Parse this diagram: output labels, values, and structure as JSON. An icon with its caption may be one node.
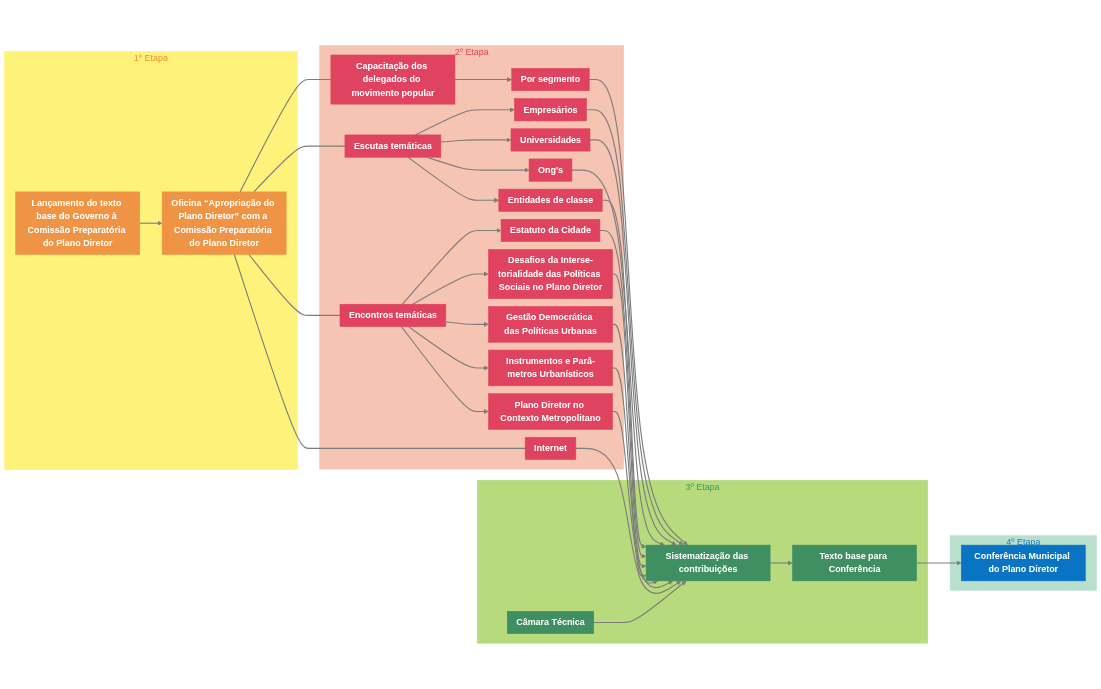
{
  "diagram": {
    "nodes": [
      {
        "text": [
          "1º Etapa"
        ]
      },
      {
        "text": [
          "Lançamento do texto base do Governo à Comissão Preparatória do Plano Diretor"
        ],
        "in": 0
      },
      {
        "text": [
          "Oficina “Apropriação do Plano Diretor” com a Comissão Preparatória do Plano Diretor"
        ],
        "in": 0
      },
      {
        "text": [
          "2º Etapa"
        ]
      },
      {
        "text": [
          "Capacitação dos delegados do movimento popular"
        ],
        "in": 3
      },
      {
        "text": [
          "Por segmento"
        ],
        "in": 3
      },
      {
        "text": [
          "Escutas temáticas"
        ],
        "in": 3
      },
      {
        "text": [
          "Empresários"
        ],
        "in": 3
      },
      {
        "text": [
          "Universidades"
        ],
        "in": 3
      },
      {
        "text": [
          "Ong's"
        ],
        "in": 3
      },
      {
        "text": [
          "Entidades de classe"
        ],
        "in": 3
      },
      {
        "text": [
          "Encontros temáticas"
        ],
        "in": 3
      },
      {
        "text": [
          "Estatuto da Cidade"
        ],
        "in": 3
      },
      {
        "text": [
          "Desafios da Interse-torialidade das Políticas Sociais no Plano Diretor"
        ],
        "in": 3
      },
      {
        "text": [
          "Gestão Democrática das Políticas Urbanas"
        ],
        "in": 3
      },
      {
        "text": [
          "Instrumentos e Parâ-metros Urbanísticos"
        ],
        "in": 3
      },
      {
        "text": [
          "Plano Diretor no Contexto Metropolitano"
        ],
        "in": 3
      },
      {
        "text": [
          "Internet"
        ],
        "in": 3
      },
      {
        "text": [
          "3º Etapa"
        ]
      },
      {
        "text": [
          "Câmara Técnica"
        ],
        "in": 18
      },
      {
        "text": [
          "Sistematização das contribuições"
        ],
        "in": 18
      },
      {
        "text": [
          "Texto base para Conferência"
        ],
        "in": 18
      },
      {
        "text": [
          "4º Etapa"
        ]
      },
      {
        "text": [
          "Conferência Municipal do Plano Diretor"
        ],
        "in": 22
      }
    ],
    "edges": [
      {
        "from": 1,
        "to": 2,
        "arrow": "to"
      },
      {
        "from": 2,
        "to": 4,
        "arrow": "none"
      },
      {
        "from": 2,
        "to": 6,
        "arrow": "none"
      },
      {
        "from": 2,
        "to": 11,
        "arrow": "none"
      },
      {
        "from": 2,
        "to": 17,
        "arrow": "none"
      },
      {
        "from": 4,
        "to": 5,
        "arrow": "to"
      },
      {
        "from": 6,
        "to": 7,
        "arrow": "to"
      },
      {
        "from": 6,
        "to": 8,
        "arrow": "to"
      },
      {
        "from": 6,
        "to": 9,
        "arrow": "to"
      },
      {
        "from": 6,
        "to": 10,
        "arrow": "to"
      },
      {
        "from": 11,
        "to": 12,
        "arrow": "to"
      },
      {
        "from": 11,
        "to": 13,
        "arrow": "to"
      },
      {
        "from": 11,
        "to": 14,
        "arrow": "to"
      },
      {
        "from": 11,
        "to": 15,
        "arrow": "to"
      },
      {
        "from": 11,
        "to": 16,
        "arrow": "to"
      },
      {
        "from": 5,
        "to": 20,
        "arrow": "to"
      },
      {
        "from": 7,
        "to": 20,
        "arrow": "to"
      },
      {
        "from": 8,
        "to": 20,
        "arrow": "to"
      },
      {
        "from": 9,
        "to": 20,
        "arrow": "to"
      },
      {
        "from": 10,
        "to": 20,
        "arrow": "to"
      },
      {
        "from": 12,
        "to": 20,
        "arrow": "to"
      },
      {
        "from": 13,
        "to": 20,
        "arrow": "to"
      },
      {
        "from": 14,
        "to": 20,
        "arrow": "to"
      },
      {
        "from": 15,
        "to": 20,
        "arrow": "to"
      },
      {
        "from": 16,
        "to": 20,
        "arrow": "to"
      },
      {
        "from": 17,
        "to": 20,
        "arrow": "to"
      },
      {
        "from": 19,
        "to": 20,
        "arrow": "to"
      },
      {
        "from": 20,
        "to": 21,
        "arrow": "to"
      },
      {
        "from": 21,
        "to": 23,
        "arrow": "to"
      }
    ]
  }
}
